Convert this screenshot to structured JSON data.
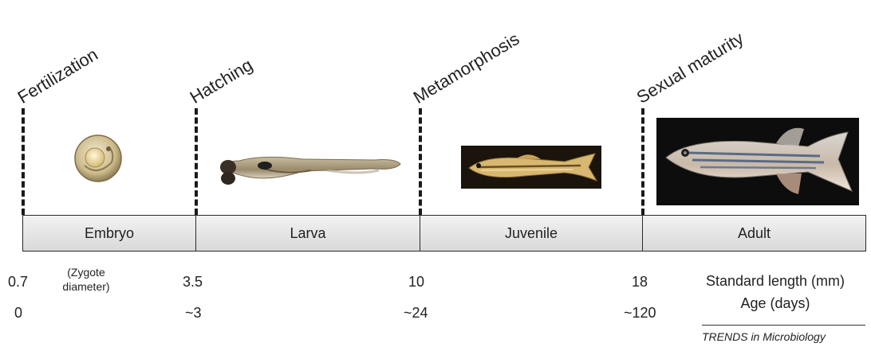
{
  "milestones": [
    "Fertilization",
    "Hatching",
    "Metamorphosis",
    "Sexual maturity"
  ],
  "stages": [
    "Embryo",
    "Larva",
    "Juvenile",
    "Adult"
  ],
  "length": {
    "values": [
      "0.7",
      "3.5",
      "10",
      "18"
    ],
    "label": "Standard length (mm)"
  },
  "age": {
    "values": [
      "0",
      "~3",
      "~24",
      "~120"
    ],
    "label": "Age (days)"
  },
  "zygote_note": "(Zygote\ndiameter)",
  "credit": "TRENDS in Microbiology"
}
